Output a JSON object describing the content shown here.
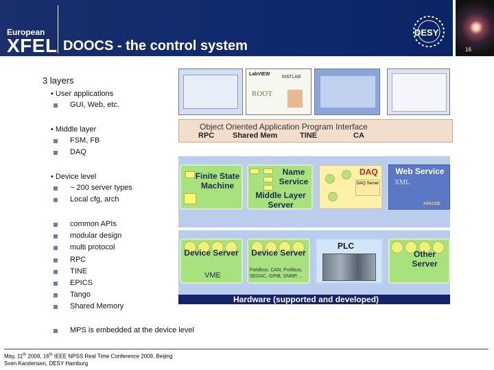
{
  "header": {
    "logo_small": "European",
    "logo_big": "XFEL",
    "title": "DOOCS - the control system",
    "desy_logo": "DESY",
    "page_number": "16"
  },
  "content": {
    "section_title": "3 layers",
    "user_apps": "• User applications",
    "user_apps_sub": "GUI, Web, etc.",
    "middle_layer": "• Middle layer",
    "middle_sub1": "FSM, FB",
    "middle_sub2": "DAQ",
    "device_level": "• Device level",
    "device_sub1": "~ 200 server types",
    "device_sub2": "Local cfg, arch",
    "features": [
      "common APIs",
      "modular design",
      "multi protocol",
      "RPC",
      "TINE",
      "EPICS",
      "Tango",
      "Shared Memory"
    ],
    "mps": "MPS is embedded at the device level"
  },
  "diagram": {
    "screen_labels": [
      "LabVIEW",
      "MATLAB",
      "ROOT"
    ],
    "api_title": "Object Oriented Application Program Interface",
    "api_cells": [
      "RPC",
      "Shared Mem",
      "TINE",
      "CA"
    ],
    "fsm_label": "Finite State Machine",
    "name_service": "Name Service",
    "middle_layer_server": "Middle Layer Server",
    "daq": "DAQ",
    "daq_server": "DAQ Server",
    "web_service": "Web Service",
    "xml": "XML",
    "apache": "APACHE",
    "device_server_1": "Device Server",
    "device_server_1_sub": "VME",
    "device_server_2": "Device Server",
    "device_server_2_sub": "Fieldbus: CAN, Profibus, SEDAC, GPIB, SNMP, ...",
    "plc": "PLC",
    "other_server": "Other Server",
    "hardware": "Hardware (supported and developed)"
  },
  "footer": {
    "line1_pre": "May, 11",
    "line1_sup1": "th",
    "line1_mid": " 2009, 16",
    "line1_sup2": "th",
    "line1_post": " IEEE NPSS Real Time Conference 2009, Beijing",
    "line2": "Sven Karstensen, DESY Hamburg"
  },
  "colors": {
    "header_blue": "#0e2a6e",
    "box_green": "#a8e27e",
    "bullet_square": "#6b7fae",
    "hardware_bar": "#15236a"
  }
}
